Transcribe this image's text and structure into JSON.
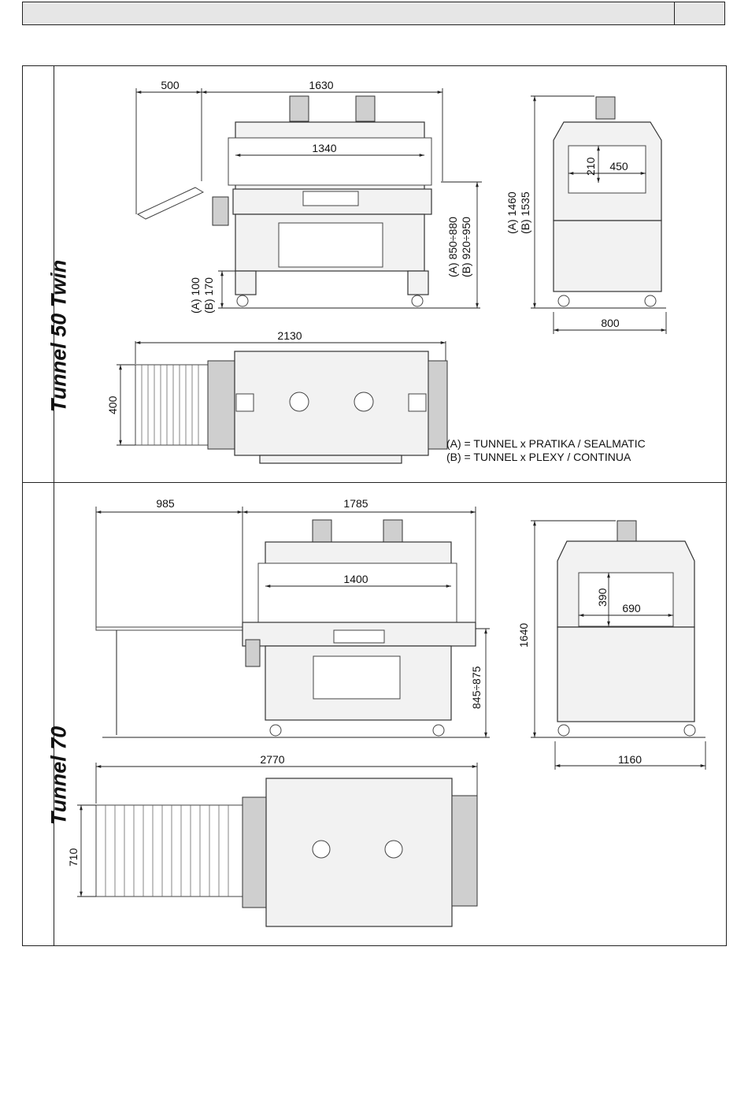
{
  "sections": [
    {
      "title": "Tunnel 50 Twin",
      "front_view": {
        "width_conveyor": "500",
        "width_total": "1630",
        "width_chamber": "1340",
        "height_table": "(A) 850÷880\n(B) 920÷950",
        "height_table_a": "(A) 850÷880",
        "height_table_b": "(B) 920÷950",
        "wheel_a": "(A) 100",
        "wheel_b": "(B) 170"
      },
      "side_view": {
        "height_a": "(A) 1460",
        "height_b": "(B) 1535",
        "opening_h": "210",
        "opening_w": "450",
        "depth": "800"
      },
      "top_view": {
        "length": "2130",
        "width": "400"
      },
      "legend": [
        "(A) = TUNNEL x PRATIKA / SEALMATIC",
        "(B) = TUNNEL x PLEXY / CONTINUA"
      ]
    },
    {
      "title": "Tunnel 70",
      "front_view": {
        "width_conveyor": "985",
        "width_total": "1785",
        "width_chamber": "1400",
        "height_table": "845÷875"
      },
      "side_view": {
        "height": "1640",
        "opening_h": "390",
        "opening_w": "690",
        "depth": "1160"
      },
      "top_view": {
        "length": "2770",
        "width": "710"
      }
    }
  ]
}
